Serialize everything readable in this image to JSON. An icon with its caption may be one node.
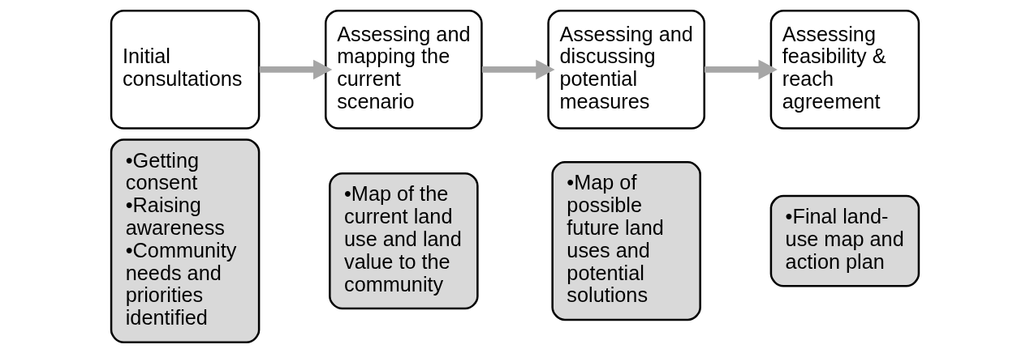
{
  "diagram": {
    "nodes": [
      {
        "text": [
          "Initial consultations"
        ]
      },
      {
        "text": [
          "•Getting consent",
          "•Raising awareness",
          "•Community needs and priorities identified"
        ]
      },
      {
        "text": [
          "Assessing and mapping the current scenario"
        ]
      },
      {
        "text": [
          "•Map of the current land use and land value to the community"
        ]
      },
      {
        "text": [
          "Assessing and discussing potential measures"
        ]
      },
      {
        "text": [
          "•Map of possible future land uses and potential solutions"
        ]
      },
      {
        "text": [
          "Assessing feasibility & reach agreement"
        ]
      },
      {
        "text": [
          "•Final land-use map and action plan"
        ]
      }
    ],
    "edges": [
      {
        "from": 0,
        "to": 2,
        "arrow": "to"
      },
      {
        "from": 2,
        "to": 4,
        "arrow": "to"
      },
      {
        "from": 4,
        "to": 6,
        "arrow": "to"
      }
    ]
  }
}
